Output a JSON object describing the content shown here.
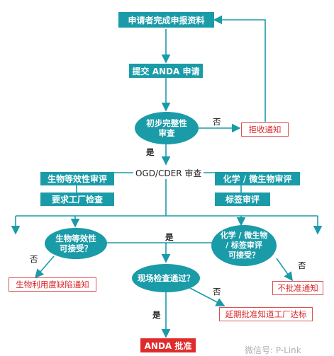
{
  "nodes": {
    "applicant_complete": "申请者完成申报资料",
    "submit_anda": "提交 ANDA 申请",
    "initial_review": "初步完整性\n审查",
    "refuse_notice": "拒收通知",
    "ogd_cder_review": "OGD/CDER 审查",
    "bioequiv_review": "生物等效性审评",
    "chem_micro_review": "化学 / 微生物审评",
    "factory_inspection_req": "要求工厂检查",
    "label_review": "标签审评",
    "bioequiv_accept": "生物等效性\n可接受？",
    "chem_label_accept": "化学 / 微生物\n/ 标签审评\n可接受？",
    "bio_defect_notice": "生物利用度缺陷通知",
    "not_approved_notice": "不批准通知",
    "site_inspection_pass": "现场检查通过？",
    "delay_approval_notice": "延期批准知道工厂达标",
    "anda_approved": "ANDA 批准"
  },
  "labels": {
    "no_1": "否",
    "yes_1": "是",
    "yes_2": "是",
    "no_2": "否",
    "no_3": "否",
    "no_4": "否",
    "yes_3": "是"
  },
  "watermark": "微信号: P-Link",
  "colors": {
    "teal": "#1a9ba8",
    "red": "#d9262b",
    "arrow": "#1a9ba8"
  }
}
